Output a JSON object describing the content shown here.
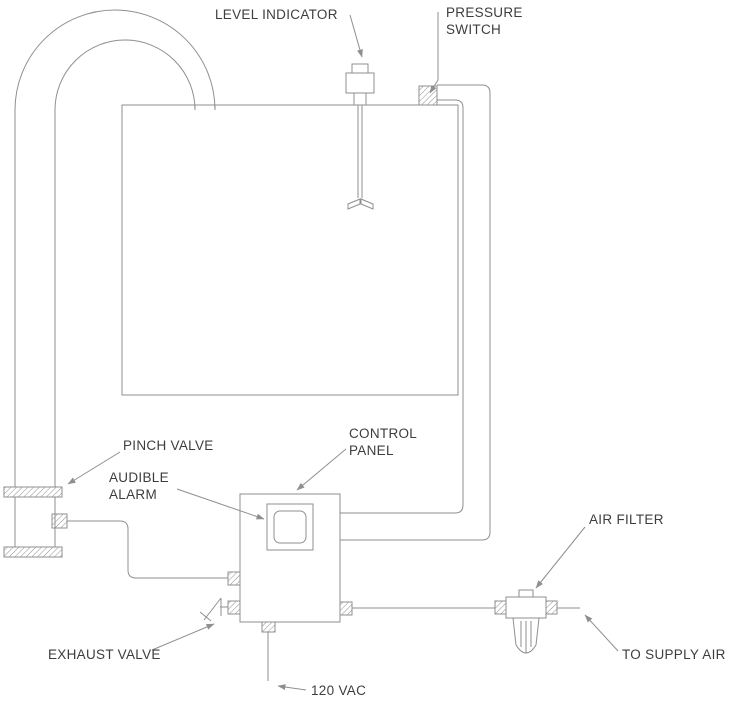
{
  "labels": {
    "level_indicator": "LEVEL INDICATOR",
    "pressure_switch": [
      "PRESSURE",
      "SWITCH"
    ],
    "pinch_valve": "PINCH VALVE",
    "control_panel": [
      "CONTROL",
      "PANEL"
    ],
    "audible_alarm": [
      "AUDIBLE",
      "ALARM"
    ],
    "exhaust_valve": "EXHAUST VALVE",
    "air_filter": "AIR FILTER",
    "to_supply_air": "TO SUPPLY AIR",
    "power": "120 VAC"
  },
  "colors": {
    "line": "#8f8f8f",
    "text": "#3d3d3d",
    "background": "#ffffff"
  }
}
